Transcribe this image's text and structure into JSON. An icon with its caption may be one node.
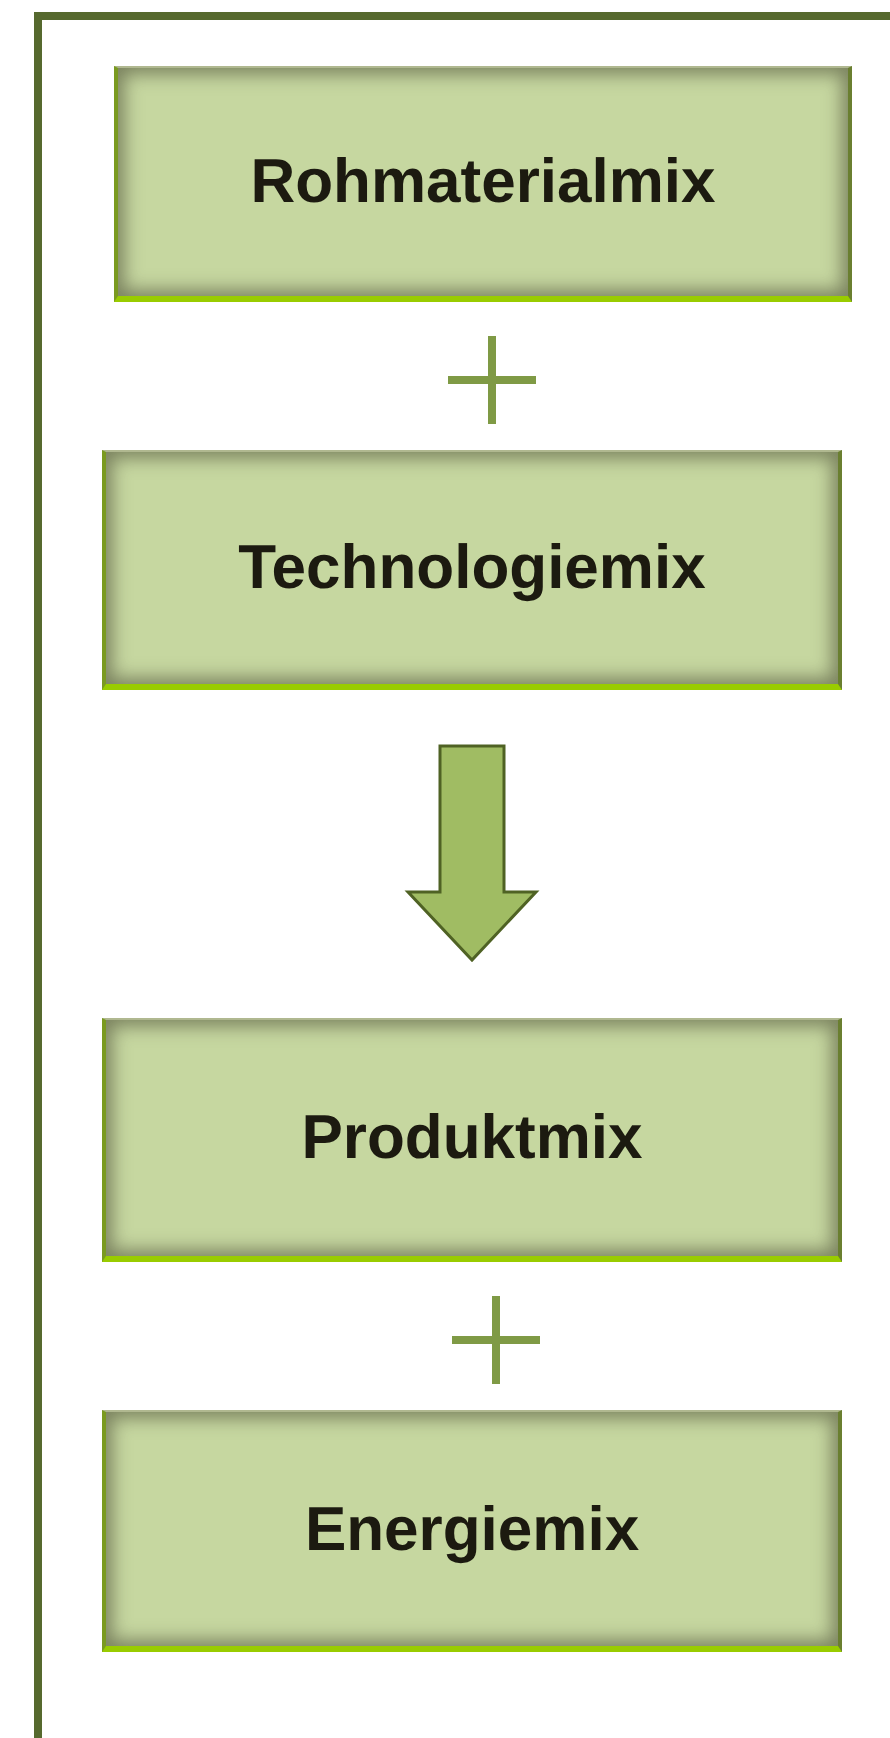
{
  "diagram": {
    "nodes": [
      {
        "text": [
          "Rohmaterialmix"
        ]
      },
      {
        "text": [
          "Technologiemix"
        ]
      },
      {
        "text": [
          "Produktmix"
        ]
      },
      {
        "text": [
          "Energiemix"
        ]
      }
    ],
    "edges": [
      {
        "from": 1,
        "to": 2,
        "arrow": "to",
        "style": "thick"
      }
    ]
  }
}
